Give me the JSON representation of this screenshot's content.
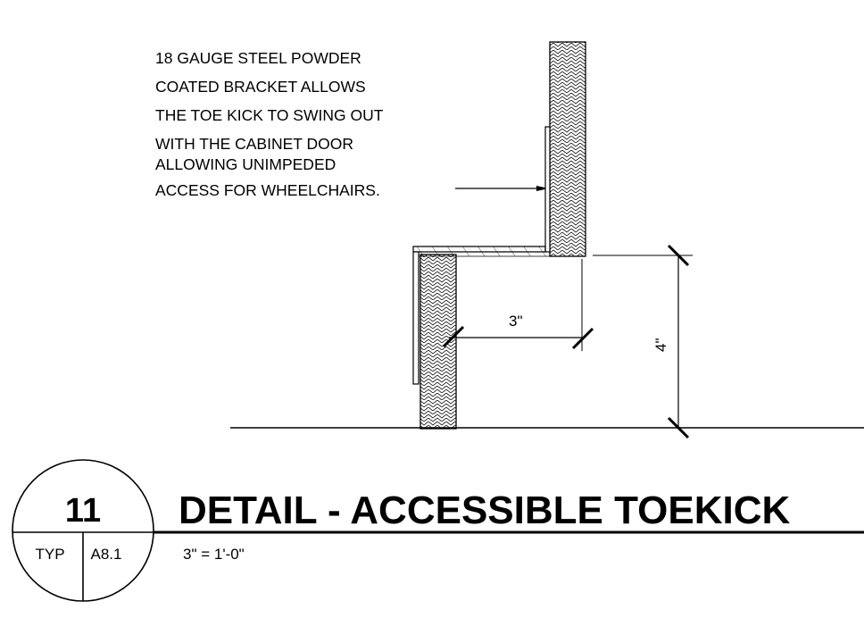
{
  "note": {
    "lines": [
      "18 GAUGE STEEL POWDER",
      "COATED BRACKET ALLOWS",
      "THE TOE KICK TO SWING OUT",
      "WITH THE CABINET DOOR",
      "ALLOWING UNIMPEDED",
      "ACCESS FOR WHEELCHAIRS."
    ]
  },
  "dimensions": {
    "horizontal": "3\"",
    "vertical": "4\""
  },
  "tag": {
    "number": "11",
    "left_label": "TYP",
    "sheet": "A8.1"
  },
  "title": "DETAIL - ACCESSIBLE TOEKICK",
  "scale": "3\" = 1'-0\""
}
